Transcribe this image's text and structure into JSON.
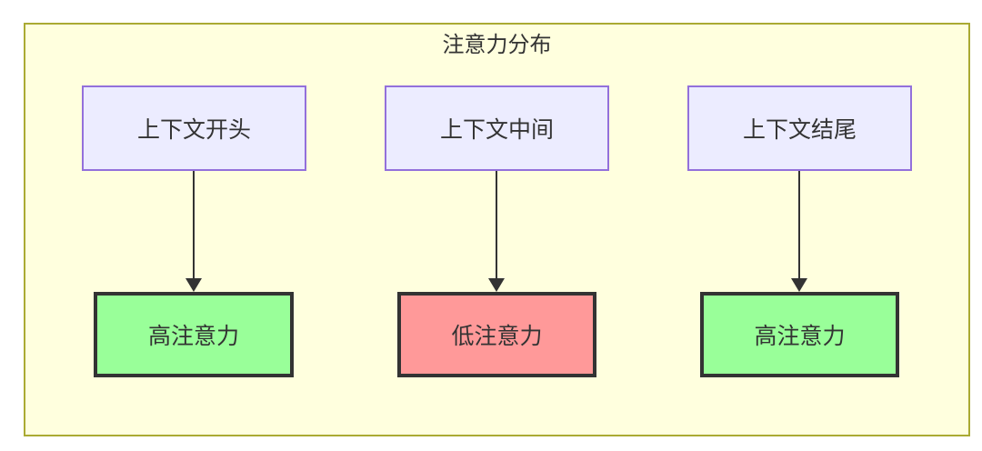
{
  "diagram": {
    "type": "flowchart",
    "title": "注意力分布",
    "top_nodes": [
      {
        "label": "上下文开头"
      },
      {
        "label": "上下文中间"
      },
      {
        "label": "上下文结尾"
      }
    ],
    "bottom_nodes": [
      {
        "label": "高注意力",
        "level": "high"
      },
      {
        "label": "低注意力",
        "level": "low"
      },
      {
        "label": "高注意力",
        "level": "high"
      }
    ],
    "edges": [
      {
        "from": "上下文开头",
        "to": "高注意力"
      },
      {
        "from": "上下文中间",
        "to": "低注意力"
      },
      {
        "from": "上下文结尾",
        "to": "高注意力"
      }
    ],
    "colors": {
      "subgraph_fill": "#ffffde",
      "subgraph_border": "#aaaa33",
      "node_fill": "#ececff",
      "node_border": "#9370db",
      "high_fill": "#99ff99",
      "low_fill": "#ff9999",
      "result_border": "#333333",
      "arrow": "#333333",
      "text": "#333333"
    }
  }
}
